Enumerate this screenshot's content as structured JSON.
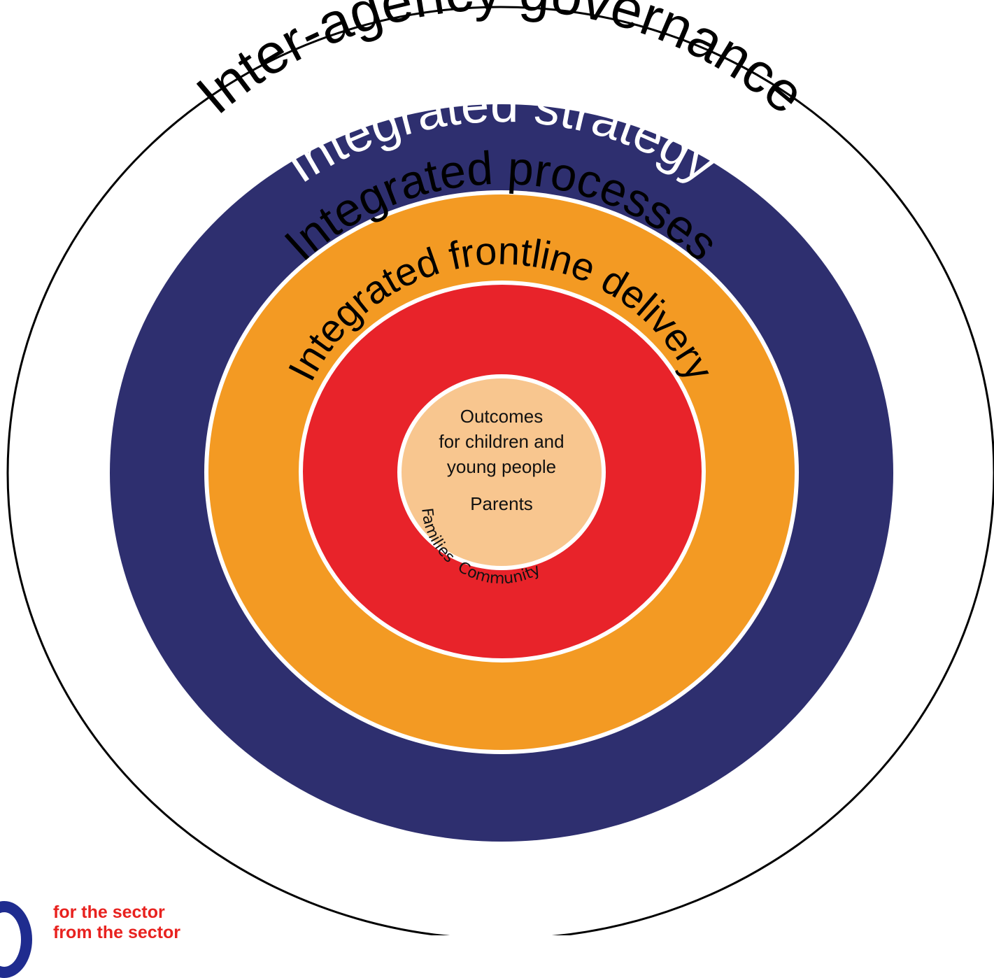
{
  "rings": [
    {
      "label": "Inter-agency governance",
      "fill": "#ffffff",
      "text_color": "#000000"
    },
    {
      "label": "Integrated strategy",
      "fill": "#2e2f6f",
      "text_color": "#ffffff"
    },
    {
      "label": "Integrated processes",
      "fill": "#f39a23",
      "text_color": "#000000"
    },
    {
      "label": "Integrated frontline delivery",
      "fill": "#e8232a",
      "text_color": "#000000"
    }
  ],
  "core": {
    "fill": "#f8c68f",
    "lines": [
      "Outcomes",
      "for children and",
      "young people"
    ],
    "parents": "Parents",
    "families": "Families",
    "community": "Community"
  },
  "footer": {
    "line1": "for the sector",
    "line2": "from the sector",
    "text_color": "#e8221f",
    "logo_color": "#1f2c8f"
  }
}
